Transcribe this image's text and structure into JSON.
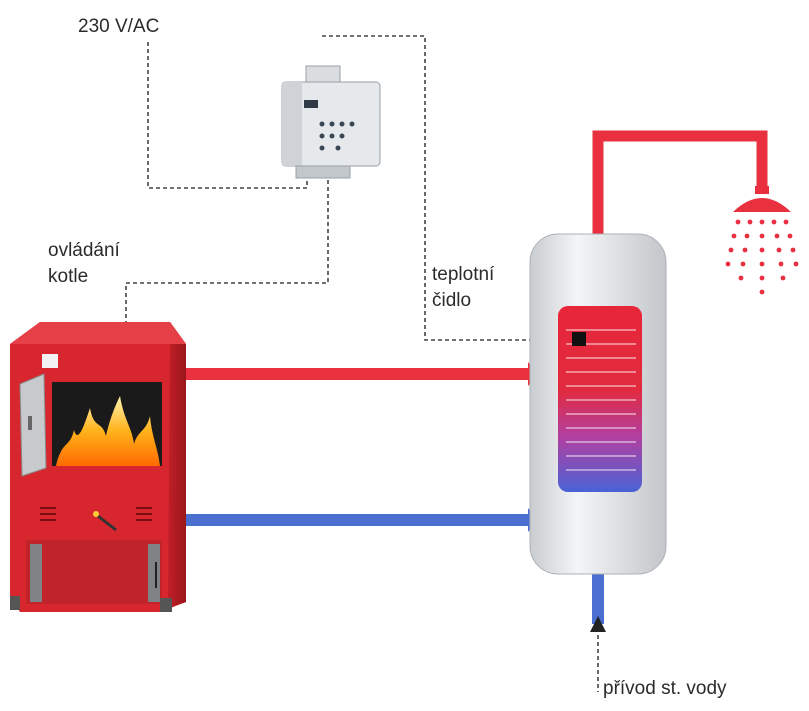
{
  "labels": {
    "power": "230 V/AC",
    "boiler_control": [
      "ovládání",
      "kotle"
    ],
    "temp_sensor": [
      "teplotní",
      "čidlo"
    ],
    "cold_water_supply": "přívod st. vody"
  },
  "colors": {
    "hot_pipe": "#e8303f",
    "cold_pipe": "#4a6fd0",
    "boiler_body": "#d8262e",
    "boiler_dark": "#a8161d",
    "tank_body": "#e4e6e8",
    "wire": "#444444"
  },
  "icons": {
    "controller": "din-rail-controller-icon",
    "boiler": "solid-fuel-boiler-icon",
    "tank": "hot-water-tank-icon",
    "shower": "shower-head-icon",
    "sensor": "temperature-sensor-icon"
  }
}
